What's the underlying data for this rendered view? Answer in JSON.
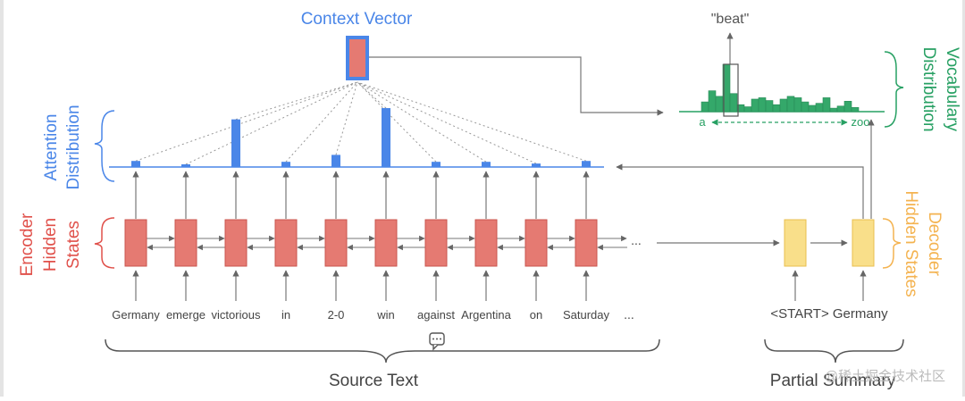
{
  "colors": {
    "attention": "#4a86e8",
    "encoder": "#e57a72",
    "encoder_stroke": "#c9544d",
    "vocab": "#34a86a",
    "decoder": "#f9df8a",
    "decoder_stroke": "#e9bf4f",
    "arrow": "#666666"
  },
  "labels": {
    "context_vector": "Context Vector",
    "attention_line1": "Attention",
    "attention_line2": "Distribution",
    "encoder_line1": "Encoder",
    "encoder_line2": "Hidden",
    "encoder_line3": "States",
    "decoder_line1": "Decoder",
    "decoder_line2": "Hidden States",
    "vocab_line1": "Vocabulary",
    "vocab_line2": "Distribution",
    "output_word": "\"beat\"",
    "vocab_start": "a",
    "vocab_end": "zoo",
    "source_text": "Source Text",
    "partial_summary": "Partial Summary",
    "ellipsis": "...",
    "watermark": "@稀土掘金技术社区"
  },
  "source_words": [
    "Germany",
    "emerge",
    "victorious",
    "in",
    "2-0",
    "win",
    "against",
    "Argentina",
    "on",
    "Saturday"
  ],
  "attention_weights": [
    0.07,
    0.03,
    0.55,
    0.06,
    0.14,
    0.68,
    0.06,
    0.06,
    0.04,
    0.07
  ],
  "decoder_words": [
    "<START>",
    "Germany"
  ],
  "vocab_distribution": [
    0.14,
    0.3,
    0.22,
    0.68,
    0.26,
    0.1,
    0.07,
    0.18,
    0.2,
    0.16,
    0.1,
    0.18,
    0.22,
    0.2,
    0.14,
    0.09,
    0.12,
    0.2,
    0.05,
    0.08,
    0.15,
    0.06
  ]
}
